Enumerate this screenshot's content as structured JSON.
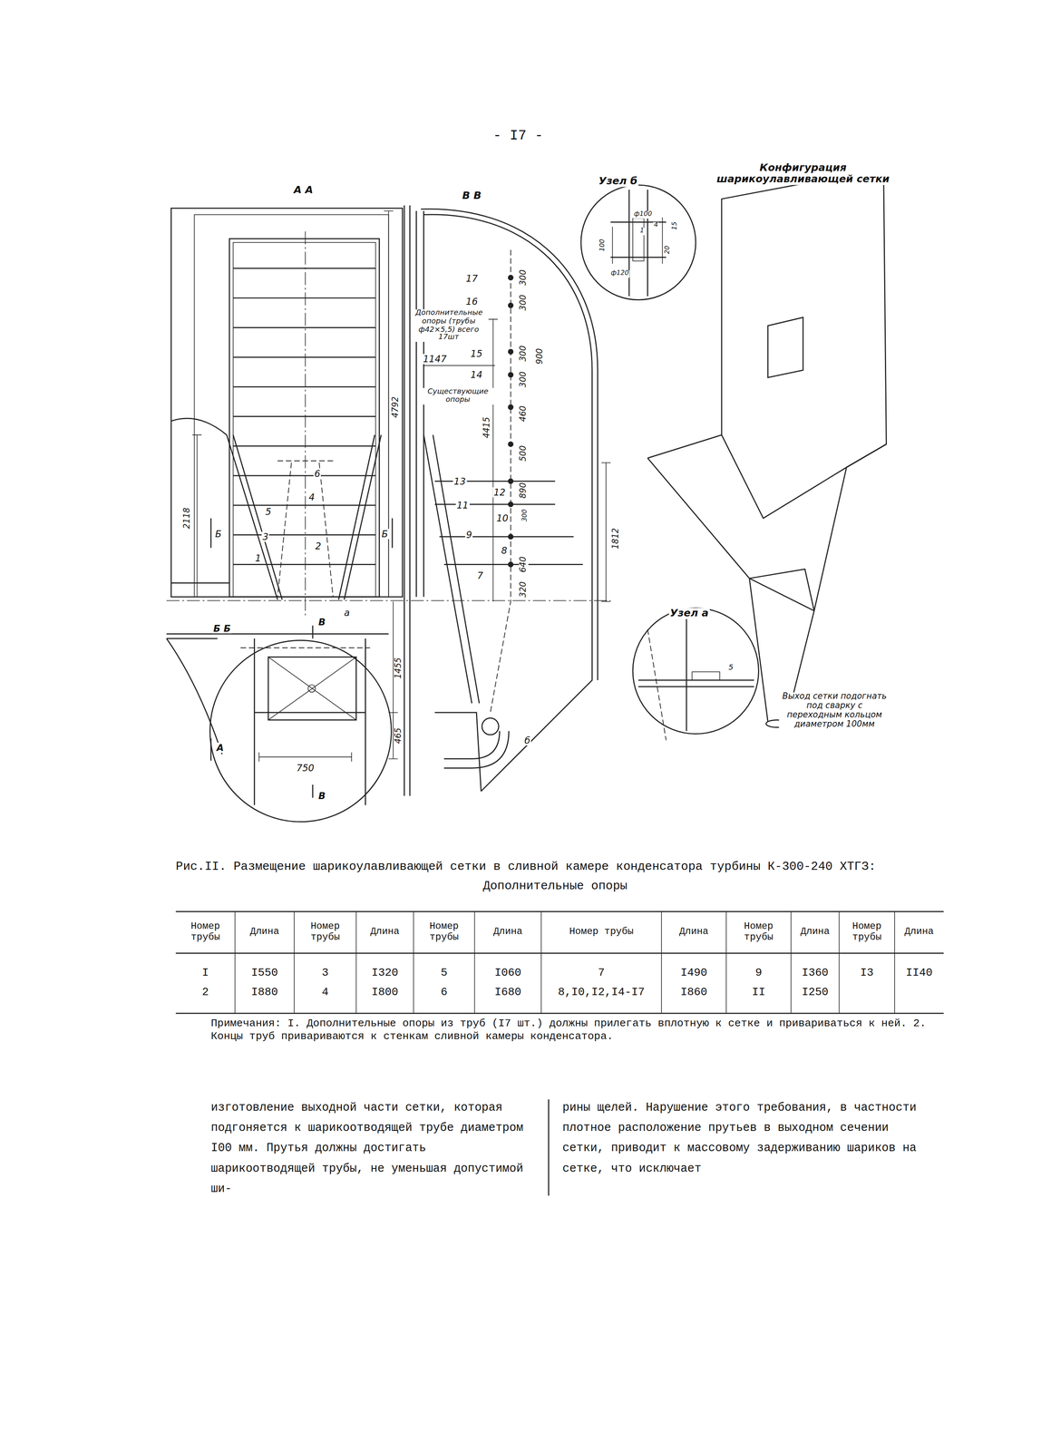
{
  "diagram": {
    "caption": "Рис.II. Размещение шарикоулавливающей сетки в сливной камере конденсатора турбины К-300-240 ХТГЗ:",
    "labels": [
      "- I7 -",
      "А А",
      "В В",
      "Узел б",
      "Конфигурация шарикоулавливающей сетки",
      "ф100",
      "1",
      "4",
      "15",
      "20",
      "100",
      "ф120",
      "17",
      "16",
      "Дополнительные опоры (трубы ф42×5,5) всего 17шт",
      "1147",
      "15",
      "14",
      "Существующие опоры",
      "300",
      "300",
      "300",
      "300",
      "900",
      "460",
      "500",
      "890",
      "300",
      "640",
      "320",
      "4415",
      "4792",
      "1812",
      "13",
      "12",
      "11",
      "10",
      "9",
      "8",
      "7",
      "6",
      "4",
      "5",
      "3",
      "2",
      "1",
      "2118",
      "Б",
      "Б",
      "а",
      "Б Б",
      "В",
      "1455",
      "750",
      "А",
      "465",
      "В",
      "б",
      "Узел а",
      "5",
      "Выход сетки подогнать под сварку с переходным кольцом диаметром 100мм",
      "Дополнительные опоры",
      "Номер трубы",
      "Длина",
      "Номер трубы",
      "Длина",
      "Номер трубы",
      "Длина",
      "Номер трубы",
      "Длина",
      "Номер трубы",
      "Длина",
      "Номер трубы",
      "Длина",
      "I",
      "I550",
      "3",
      "I320",
      "5",
      "I060",
      "7",
      "I490",
      "9",
      "I360",
      "I3",
      "II40",
      "2",
      "I880",
      "4",
      "I800",
      "6",
      "I680",
      "8,I0,I2,I4-I7",
      "I860",
      "II",
      "I250",
      "Примечания: I. Дополнительные опоры из труб (I7 шт.) должны прилегать вплотную к сетке и привариваться к ней. 2. Концы труб привариваются к стенкам сливной камеры конденсатора.",
      "изготовление выходной части сетки, которая подгоняется к шарикоотводящей трубе диаметром I00 мм. Прутья должны достигать шарикоотводящей трубы, не уменьшая допустимой ши-",
      "рины щелей. Нарушение этого требования, в частности плотное расположение прутьев в выходном сечении сетки, приводит к массовому задерживанию шариков на сетке, что исключает"
    ]
  }
}
